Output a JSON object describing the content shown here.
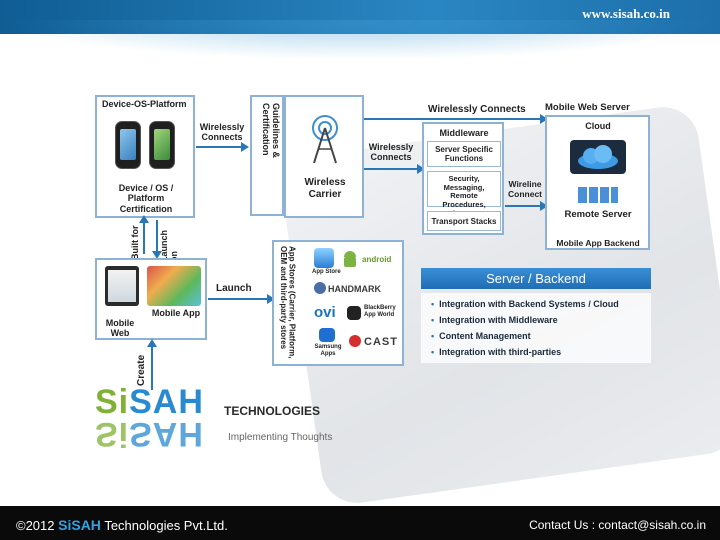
{
  "header": {
    "url": "www.sisah.co.in"
  },
  "footer": {
    "copyright_prefix": "©2012",
    "brand": "SiSAH",
    "company_rest": "Technologies Pvt.Ltd.",
    "contact": "Contact Us : contact@sisah.co.in"
  },
  "device_box": {
    "title": "Device-OS-Platform",
    "caption": "Device / OS / Platform Certification"
  },
  "wirelessly_connects_1": "Wirelessly Connects",
  "guidelines": "Guidelines & Certification",
  "carrier": {
    "label": "Wireless Carrier"
  },
  "wirelessly_connects_2": "Wirelessly Connects",
  "wirelessly_connects_top": "Wirelessly Connects",
  "middleware": {
    "title": "Middleware",
    "server_specific": "Server Specific Functions",
    "security": "Security, Messaging, Remote Procedures, Directory",
    "transport": "Transport Stacks"
  },
  "wireline_connect": "Wireline Connect",
  "mobile_web_server": "Mobile Web Server",
  "cloud": "Cloud",
  "remote_server": "Remote Server",
  "mobile_app_backend": "Mobile App Backend",
  "server_backend": {
    "title": "Server / Backend",
    "items": [
      "Integration with Backend Systems / Cloud",
      "Integration with Middleware",
      "Content Management",
      "Integration with third-parties"
    ]
  },
  "built_for": "Built for",
  "launch_on": "Launch on",
  "create": "Create",
  "app_box": {
    "mobile_web": "Mobile Web",
    "mobile_app": "Mobile App"
  },
  "launch": "Launch",
  "app_stores": {
    "side_label": "App Stores (Carrier, Platform, OEM and third-party stores",
    "app_store": "App Store",
    "android": "android",
    "handmark": "HANDMARK",
    "ovi": "ovi",
    "blackberry": "BlackBerry App World",
    "samsung": "Samsung Apps",
    "cast": "CAST"
  },
  "logo": {
    "word": "SiSAH",
    "technologies": "TECHNOLOGIES",
    "tagline": "Implementing Thoughts"
  },
  "colors": {
    "accent": "#2a77b8",
    "band": "#1f6db5",
    "logo_green": "#7fb135",
    "logo_blue": "#2a8ad0"
  }
}
